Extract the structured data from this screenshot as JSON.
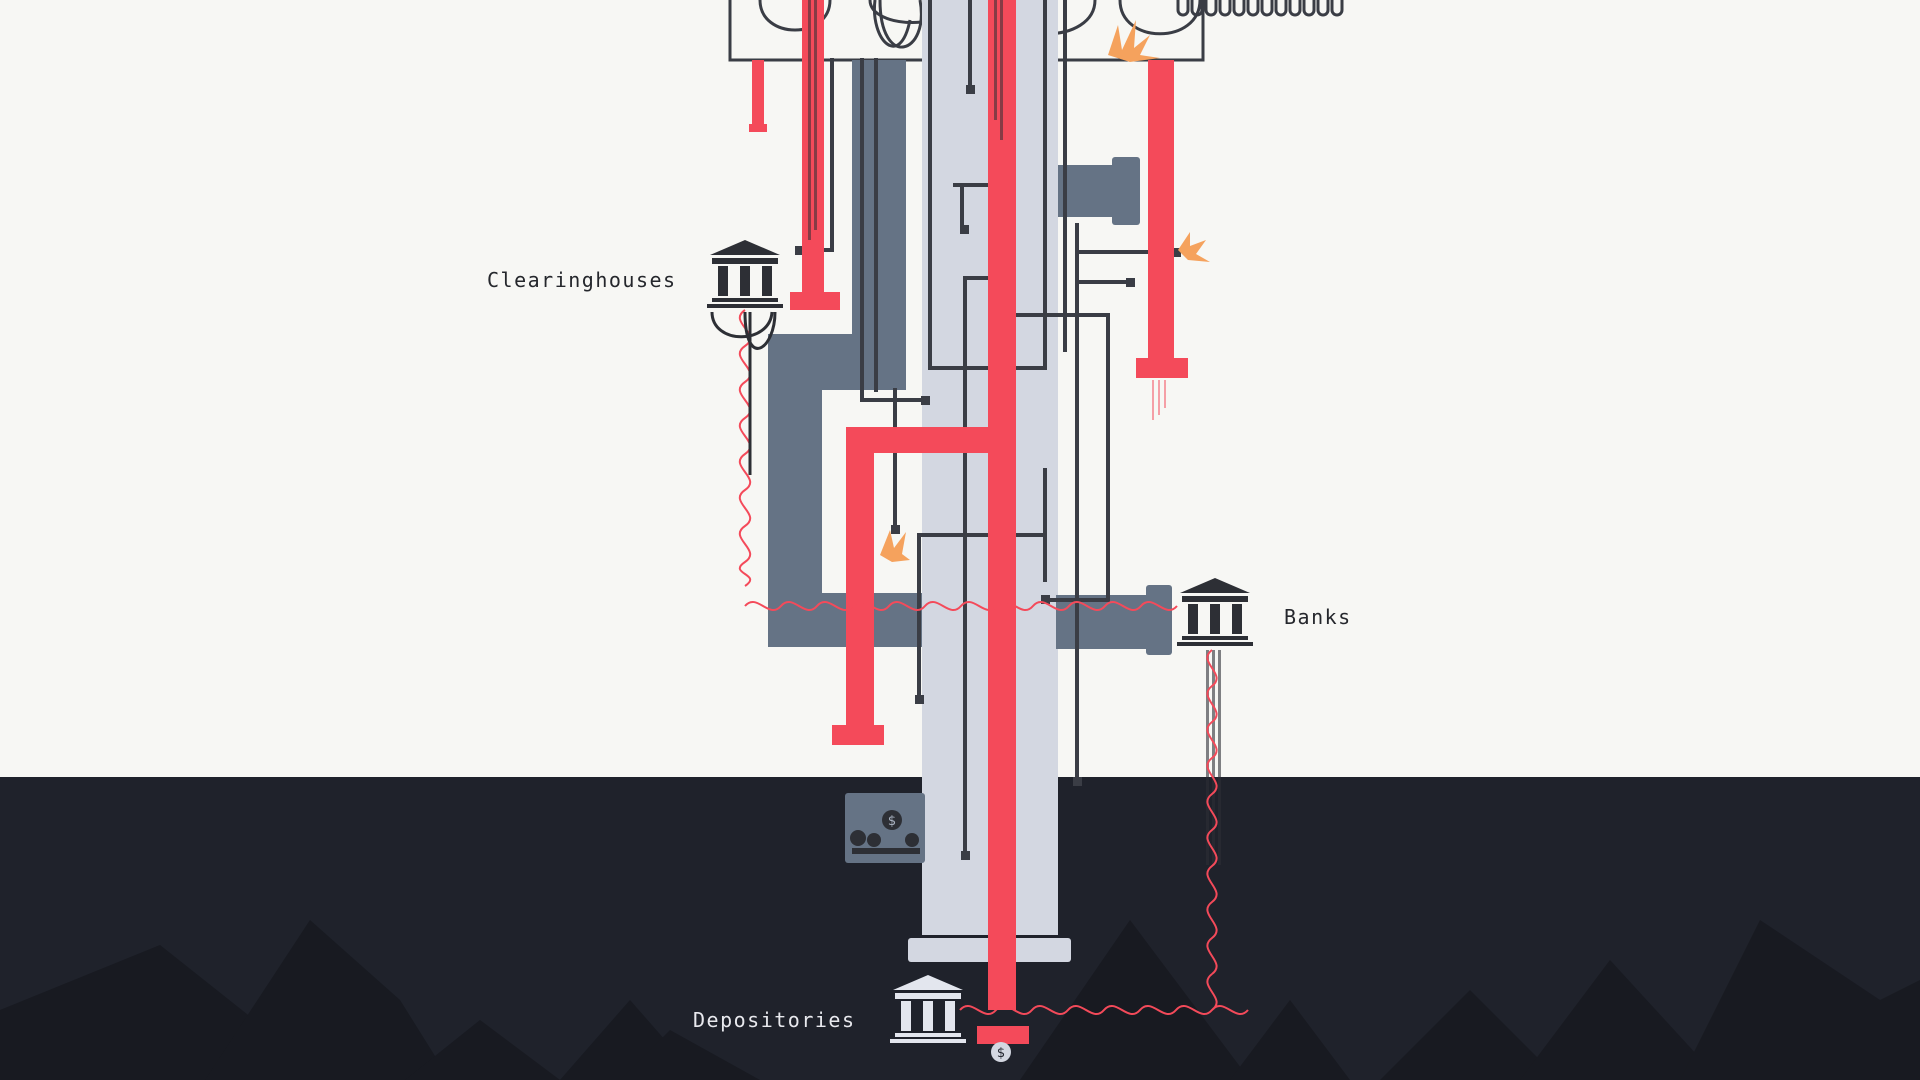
{
  "labels": {
    "clearinghouses": "Clearinghouses",
    "banks": "Banks",
    "depositories": "Depositories"
  },
  "icons": {
    "clearinghouses": "bank-building-icon",
    "banks": "bank-building-icon",
    "depositories": "bank-building-icon",
    "coins": "dollar-coin-icon"
  },
  "colors": {
    "background": "#f7f7f4",
    "ground": "#1f222b",
    "mountain": "#181a21",
    "pipe_red": "#f44a5a",
    "pipe_slate": "#657385",
    "pipe_light": "#d3d7e1",
    "wire": "#3a3d45",
    "spark": "#f5a25d",
    "icon_dark": "#2d2f35",
    "icon_light": "#e3e6ee"
  }
}
